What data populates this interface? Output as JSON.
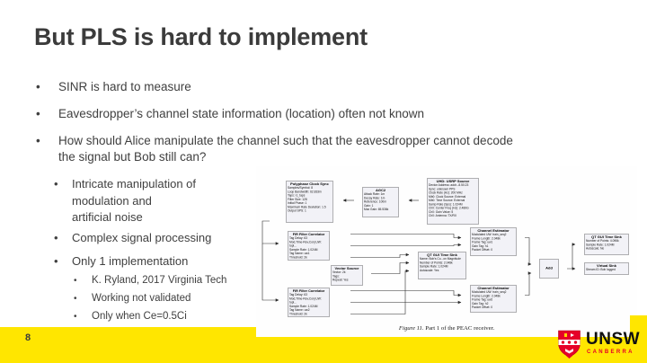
{
  "slide": {
    "title": "But PLS is hard to implement",
    "bullets": [
      {
        "text": "SINR is hard to measure"
      },
      {
        "text": "Eavesdropper’s channel state information (location) often not known"
      },
      {
        "text": "How should Alice manipulate the channel such that the eavesdropper cannot decode\nthe signal but Bob still can?"
      }
    ],
    "sub_bullets": [
      {
        "text": "Intricate manipulation of\nmodulation and\nartificial noise"
      },
      {
        "text": "Complex signal processing"
      },
      {
        "text": "Only 1 implementation"
      }
    ],
    "sub_sub_bullets": [
      {
        "text": "K. Ryland, 2017 Virginia Tech"
      },
      {
        "text": "Working not validated"
      },
      {
        "text": "Only when Ce=0.5Ci"
      }
    ]
  },
  "figure": {
    "caption": {
      "italic": "Figure 11.",
      "rest": " Part 1 of the PEAC receiver."
    },
    "blocks": [
      {
        "title": "Polyphase Clock Sync",
        "params": [
          "Samples/Symbol: 8",
          "Loop Bandwidth: 62.833m",
          "Taps: rc_taps",
          "Filter Size: 128",
          "Initial Phase: 1",
          "Maximum Rate Deviation: 1.5",
          "Output SPS: 1"
        ],
        "ports_left": [
          {
            "l": "phase",
            "c": "orange"
          },
          {
            "l": "rate",
            "c": "orange"
          },
          {
            "l": "err",
            "c": "orange"
          },
          {
            "l": "out",
            "c": "blue"
          }
        ],
        "ports_right": [
          {
            "l": "in",
            "c": "blue"
          }
        ]
      },
      {
        "title": "AGC2",
        "params": [
          "Attack Rate: 1m",
          "Decay Rate: 1m",
          "Reference: 100m",
          "Gain: 1",
          "Max Gain: 65.536k"
        ],
        "ports_left": [
          {
            "l": "out",
            "c": "blue"
          }
        ],
        "ports_right": [
          {
            "l": "in",
            "c": "blue"
          }
        ]
      },
      {
        "title": "UHD: USRP Source",
        "params": [
          "Device Address: addr...8.50.23",
          "Sync: unknown PPS",
          "Clock Rate (Hz): 200 MHz",
          "Mb0: Clock Source: External",
          "Mb0: Time Source: External",
          "Samp Rate (Sps): 1.024M",
          "Ch0: Center Freq (Hz): 2.489G",
          "Ch0: Gain Value: 5",
          "Ch0: Antenna: TX/RX"
        ],
        "ports_left": [
          {
            "l": "out",
            "c": "blue"
          }
        ],
        "ports_right": [
          {
            "l": "command",
            "c": "gray"
          }
        ]
      },
      {
        "title": "FIR Filter Correlator",
        "params": [
          "Tag Delay: 63",
          "Mod,Time-Rev,Conj UW: tupl...",
          "Sample Rate: 1.024M",
          "Tag Name: uw1",
          "Threshold: 2k"
        ],
        "ports_left": [
          {
            "l": "in",
            "c": "blue"
          }
        ],
        "ports_right": [
          {
            "l": "out",
            "c": "blue"
          },
          {
            "l": "corr",
            "c": "blue"
          },
          {
            "l": "corr^2",
            "c": "orange"
          }
        ]
      },
      {
        "title": "Vector Source",
        "params": [
          "Vector: 2k",
          "Tags:",
          "Repeat: Yes"
        ],
        "ports_left": [],
        "ports_right": [
          {
            "l": "out",
            "c": "orange"
          }
        ]
      },
      {
        "title": "QT GUI Time Sink",
        "params": [
          "Name: Bob's Co...on Magnitude",
          "Number of Points: 2.048k",
          "Sample Rate: 1.024M",
          "Autoscale: Yes"
        ],
        "ports_left": [
          {
            "l": "in",
            "c": "blue"
          },
          {
            "l": "in",
            "c": "blue"
          },
          {
            "l": "in",
            "c": "blue"
          }
        ],
        "ports_right": []
      },
      {
        "title": "Channel Estimator",
        "params": [
          "Modulated UW: train_seq2",
          "Frame Length: 2.048k",
          "Frame Tag: uw1",
          "Gain Tag: h1",
          "Packet Offset: 0"
        ],
        "ports_left": [
          {
            "l": "in",
            "c": "blue"
          },
          {
            "l": "corr",
            "c": "blue"
          }
        ],
        "ports_right": [
          {
            "l": "out",
            "c": "blue"
          }
        ]
      },
      {
        "title": "FIR Filter Correlator",
        "params": [
          "Tag Delay: 63",
          "Mod,Time-Rev,Conj UW: tupl...",
          "Sample Rate: 1.024M",
          "Tag Name: uw2",
          "Threshold: 2k"
        ],
        "ports_left": [
          {
            "l": "in",
            "c": "blue"
          }
        ],
        "ports_right": [
          {
            "l": "out",
            "c": "blue"
          },
          {
            "l": "corr",
            "c": "blue"
          },
          {
            "l": "corr^2",
            "c": "orange"
          }
        ]
      },
      {
        "title": "Channel Estimator",
        "params": [
          "Modulated UW: train_seq2",
          "Frame Length: 2.048k",
          "Frame Tag: uw2",
          "Gain Tag: h2",
          "Packet Offset: 0"
        ],
        "ports_left": [
          {
            "l": "in",
            "c": "blue"
          },
          {
            "l": "corr",
            "c": "blue"
          }
        ],
        "ports_right": [
          {
            "l": "out",
            "c": "blue"
          }
        ]
      },
      {
        "title": "Add",
        "params": [],
        "ports_left": [
          {
            "l": "in",
            "c": "blue"
          },
          {
            "l": "in",
            "c": "blue"
          }
        ],
        "ports_right": [
          {
            "l": "out",
            "c": "blue"
          }
        ]
      },
      {
        "title": "QT GUI Time Sink",
        "params": [
          "Number of Points: 4.096k",
          "Sample Rate: 1.024M",
          "Autoscale: No"
        ],
        "ports_left": [
          {
            "l": "in",
            "c": "blue"
          }
        ],
        "ports_right": []
      },
      {
        "title": "Virtual Sink",
        "params": [
          "Stream ID: Bob logged"
        ],
        "ports_left": [
          {
            "l": "in",
            "c": "blue"
          }
        ],
        "ports_right": []
      }
    ]
  },
  "footer": {
    "page_number": "8"
  },
  "logo": {
    "title": "UNSW",
    "subtitle": "CANBERRA"
  },
  "colors": {
    "accent_yellow": "#FFE600",
    "port_blue": "#4a8fd4",
    "port_orange": "#e07b28",
    "logo_red": "#E60028",
    "title_gray": "#3b3b3b"
  }
}
